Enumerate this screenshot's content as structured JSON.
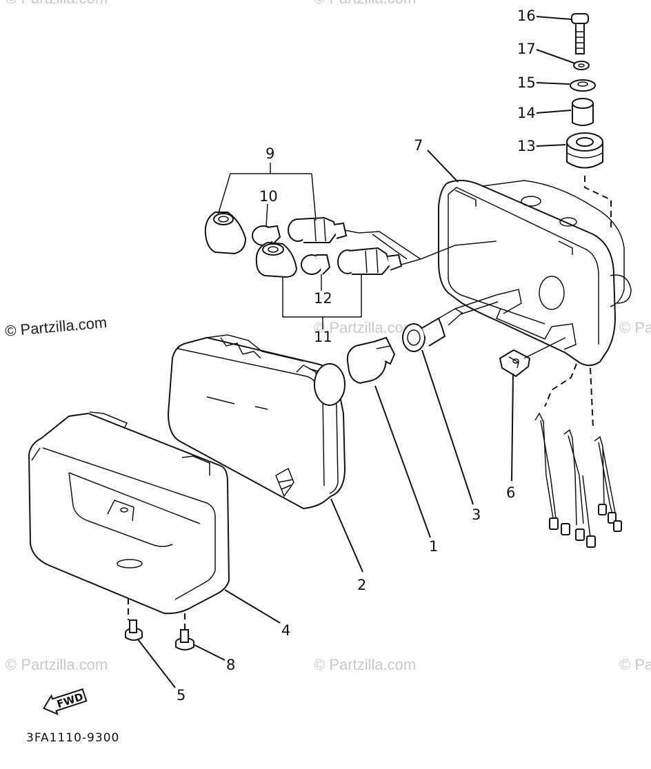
{
  "diagram": {
    "part_numbers": {
      "p1": "1",
      "p2": "2",
      "p3": "3",
      "p4": "4",
      "p5": "5",
      "p6": "6",
      "p7": "7",
      "p8": "8",
      "p9": "9",
      "p10": "10",
      "p11": "11",
      "p12": "12",
      "p13": "13",
      "p14": "14",
      "p15": "15",
      "p16": "16",
      "p17": "17"
    },
    "fwd_label": "FWD",
    "drawing_code": "3FA1110-9300"
  },
  "watermarks": {
    "main": "© Partzilla.com",
    "faint": "© Partzilla.com"
  }
}
